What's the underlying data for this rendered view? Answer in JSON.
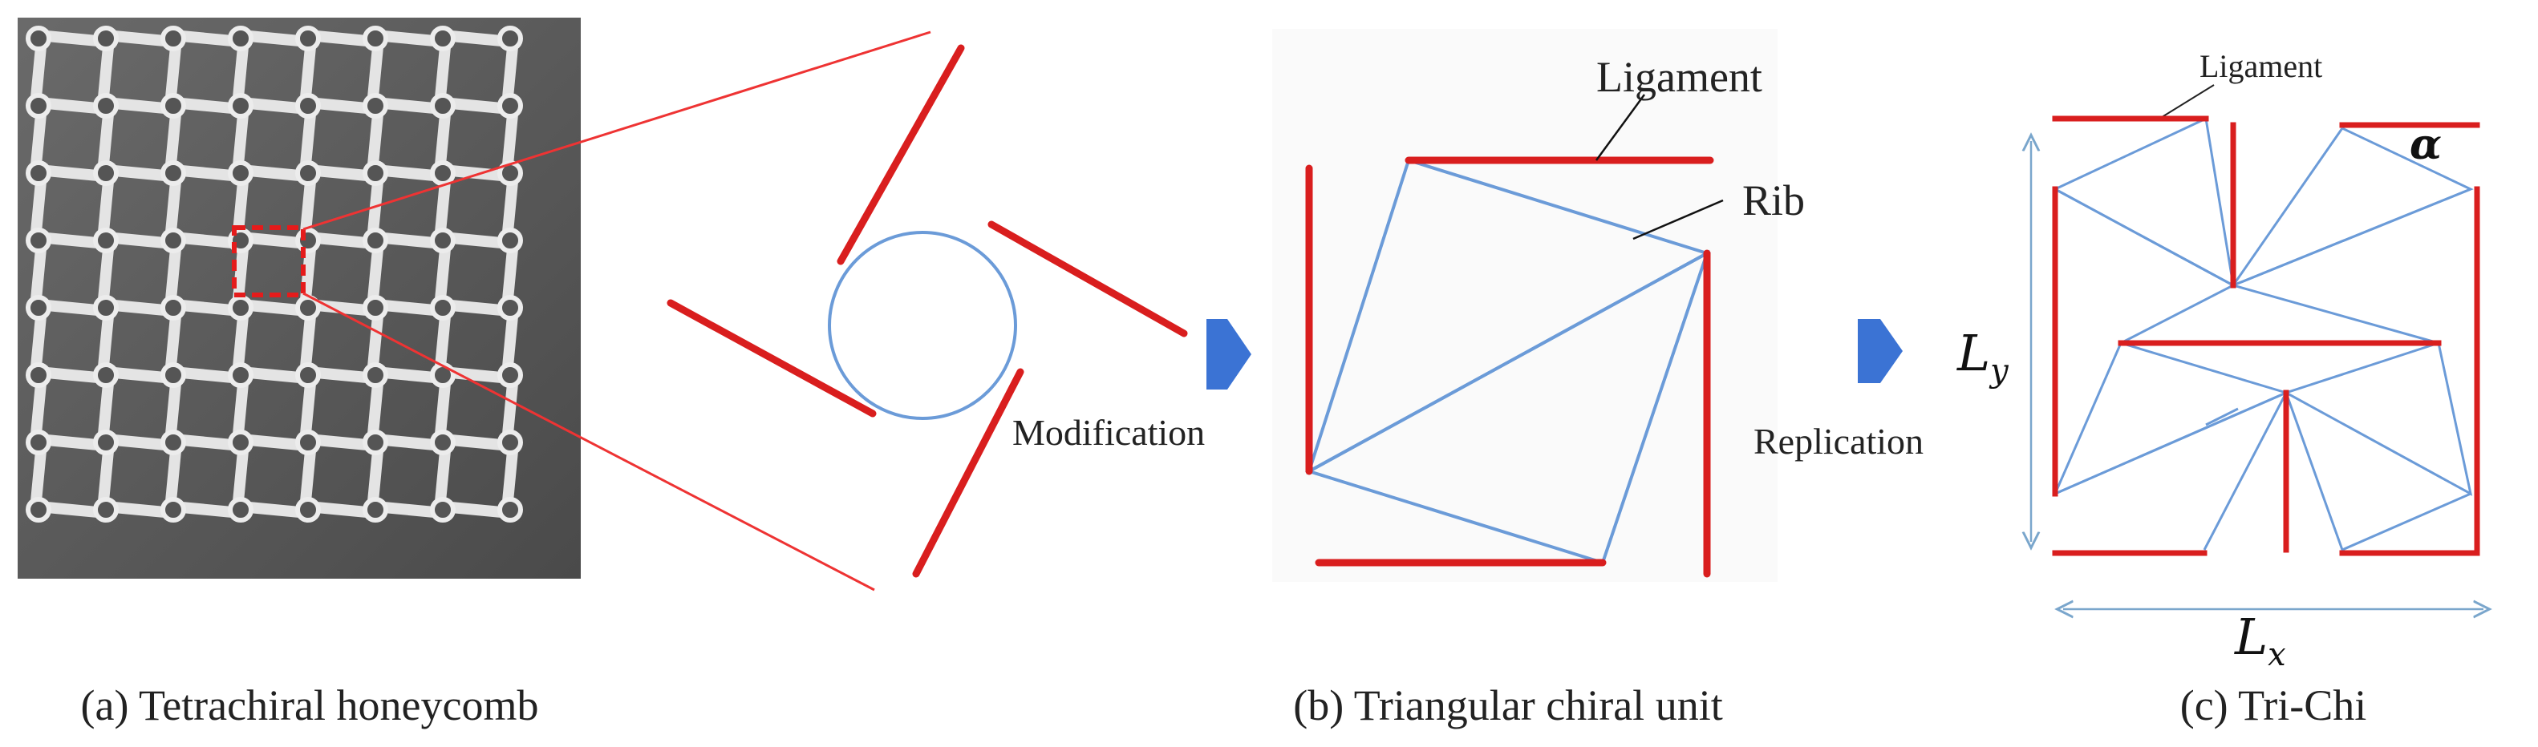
{
  "captions": {
    "a": "(a) Tetrachiral honeycomb",
    "b": "(b) Triangular chiral unit",
    "c": "(c) Tri-Chi"
  },
  "arrows": {
    "first": "Modification",
    "second": "Replication"
  },
  "labels": {
    "ligament_b": "Ligament",
    "rib_b": "Rib",
    "ligament_c": "Ligament"
  },
  "math": {
    "alpha": "α",
    "ly_main": "L",
    "ly_sub": "y",
    "lx_main": "L",
    "lx_sub": "x"
  },
  "colors": {
    "ligament": "#d91e1e",
    "rib": "#6b9bd8",
    "arrow": "#3b73d4",
    "dimension": "#7aa6cc"
  }
}
